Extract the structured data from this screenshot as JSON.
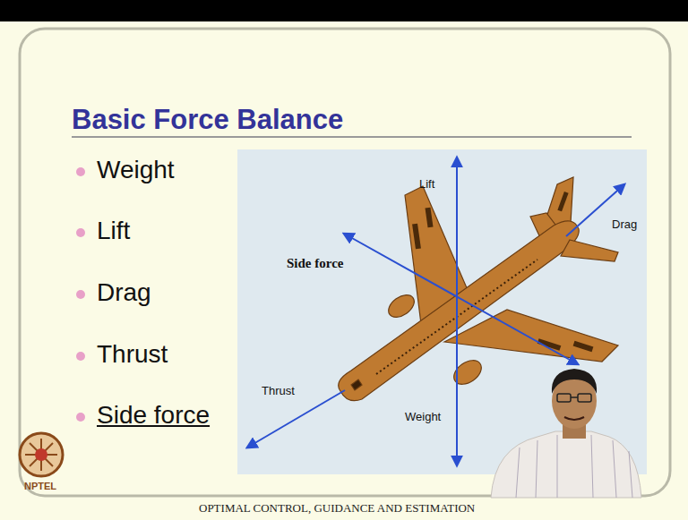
{
  "diagram": {
    "title": "Basic Force Balance",
    "labels": [
      "Weight",
      "Lift",
      "Drag",
      "Thrust",
      "Side force",
      "Lift",
      "Drag",
      "Side force",
      "Thrust",
      "Weight",
      "NPTEL",
      "OPTIMAL CONTROL, GUIDANCE AND ESTIMATION"
    ]
  }
}
